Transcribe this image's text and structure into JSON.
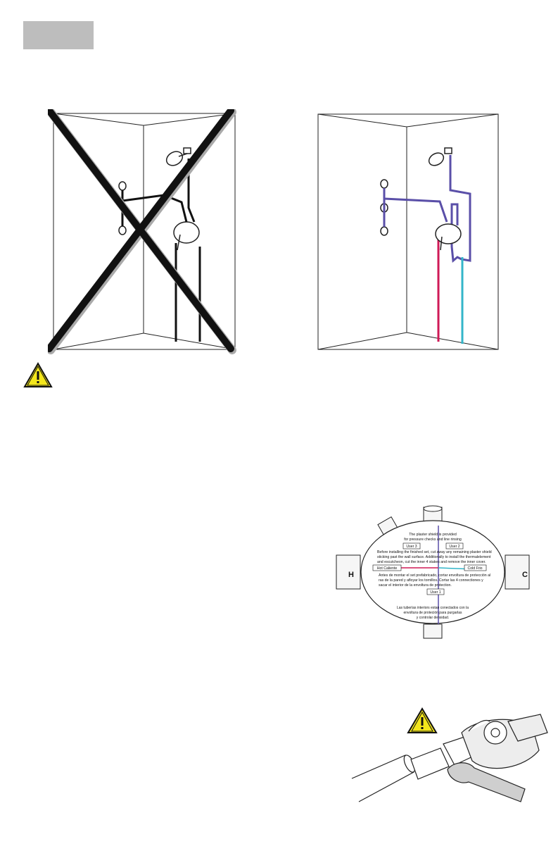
{
  "page": {
    "header_tab": ""
  },
  "colors": {
    "hot_line": "#cf1a57",
    "cold_line": "#33b5c9",
    "outlet_line": "#5a4fa8",
    "warning_fill": "#f3e61b",
    "tab_gray": "#bdbdbd"
  },
  "figures": {
    "incorrect_plumbing": {
      "icon": "crossed-out-shower-diagram"
    },
    "correct_plumbing": {
      "icon": "shower-diagram"
    },
    "warning_1": {
      "icon": "warning-triangle-icon"
    },
    "plaster_guard": {
      "icon": "plaster-guard-diagram",
      "hot_side": "H",
      "cold_side": "C",
      "line1": "The plaster shield is provided",
      "line2": "for pressure checks and line rinsing",
      "label_user3": "User 3",
      "label_user2": "User 2",
      "para_en_1": "Before installing the finished set, cut away any remaining plaster shield",
      "para_en_2": "sticking past the wall surface. Additionally to install the thermalelement",
      "para_en_3": "and escutcheon, cut the inner 4 stakes and remove the inner cover.",
      "label_hot": "Hot Caliente",
      "label_cold": "Cold Frio",
      "para_es_1": "Antes de montar el set prefabricado, cortar envoltura de protección al",
      "para_es_2": "ras de la pared y afloyar los tornillos. Cortar las 4 connectiones y",
      "para_es_3": "sacar el interior de la envoltura de protection.",
      "label_user1": "User 1",
      "footer_1": "Las tuberías interiors estan conectados con la",
      "footer_2": "envoltura de proteción para purgarlas",
      "footer_3": "y controlar densidad."
    },
    "wrench_install": {
      "icon": "wrench-valve-diagram"
    },
    "warning_2": {
      "icon": "warning-triangle-icon"
    }
  }
}
